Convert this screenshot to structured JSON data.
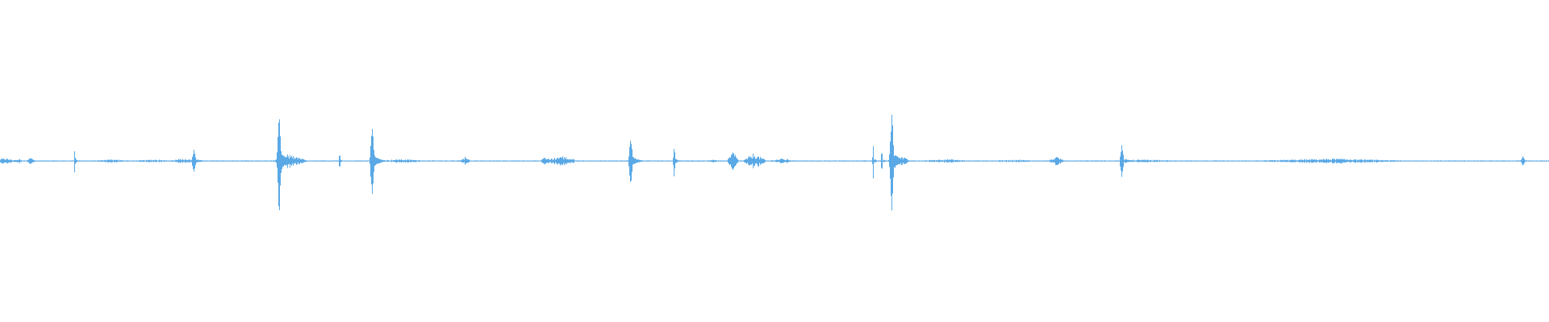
{
  "waveform": {
    "color": "#5aa9e6",
    "background": "#ffffff",
    "peak_level": 1.0,
    "baseline_noise": 0.012,
    "events": [
      {
        "t": 0.003,
        "amp": 0.06,
        "width": 0.01,
        "kind": "burst"
      },
      {
        "t": 0.0125,
        "amp": 0.05,
        "width": 0.004,
        "kind": "burst"
      },
      {
        "t": 0.0195,
        "amp": 0.08,
        "width": 0.003,
        "kind": "burst"
      },
      {
        "t": 0.048,
        "amp": 0.24,
        "width": 0.0006,
        "kind": "spike"
      },
      {
        "t": 0.071,
        "amp": 0.03,
        "width": 0.02,
        "kind": "burst"
      },
      {
        "t": 0.1,
        "amp": 0.03,
        "width": 0.02,
        "kind": "burst"
      },
      {
        "t": 0.125,
        "amp": 0.2,
        "width": 0.0018,
        "kind": "spike"
      },
      {
        "t": 0.118,
        "amp": 0.05,
        "width": 0.01,
        "kind": "burst"
      },
      {
        "t": 0.18,
        "amp": 1.0,
        "width": 0.0016,
        "kind": "spike"
      },
      {
        "t": 0.187,
        "amp": 0.14,
        "width": 0.012,
        "kind": "burst"
      },
      {
        "t": 0.219,
        "amp": 0.18,
        "width": 0.0006,
        "kind": "spike"
      },
      {
        "t": 0.24,
        "amp": 0.7,
        "width": 0.0016,
        "kind": "spike"
      },
      {
        "t": 0.26,
        "amp": 0.04,
        "width": 0.02,
        "kind": "burst"
      },
      {
        "t": 0.3,
        "amp": 0.08,
        "width": 0.004,
        "kind": "burst"
      },
      {
        "t": 0.352,
        "amp": 0.09,
        "width": 0.004,
        "kind": "burst"
      },
      {
        "t": 0.362,
        "amp": 0.11,
        "width": 0.012,
        "kind": "burst"
      },
      {
        "t": 0.407,
        "amp": 0.48,
        "width": 0.0016,
        "kind": "spike"
      },
      {
        "t": 0.435,
        "amp": 0.32,
        "width": 0.0008,
        "kind": "spike"
      },
      {
        "t": 0.46,
        "amp": 0.04,
        "width": 0.004,
        "kind": "burst"
      },
      {
        "t": 0.473,
        "amp": 0.2,
        "width": 0.004,
        "kind": "burst"
      },
      {
        "t": 0.487,
        "amp": 0.16,
        "width": 0.008,
        "kind": "burst"
      },
      {
        "t": 0.505,
        "amp": 0.05,
        "width": 0.01,
        "kind": "burst"
      },
      {
        "t": 0.5635,
        "amp": 0.36,
        "width": 0.0006,
        "kind": "spike"
      },
      {
        "t": 0.569,
        "amp": 0.22,
        "width": 0.0008,
        "kind": "spike"
      },
      {
        "t": 0.5755,
        "amp": 0.9,
        "width": 0.0018,
        "kind": "spike"
      },
      {
        "t": 0.58,
        "amp": 0.12,
        "width": 0.008,
        "kind": "burst"
      },
      {
        "t": 0.61,
        "amp": 0.04,
        "width": 0.02,
        "kind": "burst"
      },
      {
        "t": 0.655,
        "amp": 0.03,
        "width": 0.02,
        "kind": "burst"
      },
      {
        "t": 0.682,
        "amp": 0.09,
        "width": 0.006,
        "kind": "burst"
      },
      {
        "t": 0.724,
        "amp": 0.3,
        "width": 0.0016,
        "kind": "spike"
      },
      {
        "t": 0.74,
        "amp": 0.03,
        "width": 0.03,
        "kind": "burst"
      },
      {
        "t": 0.86,
        "amp": 0.05,
        "width": 0.06,
        "kind": "burst"
      },
      {
        "t": 0.983,
        "amp": 0.1,
        "width": 0.0016,
        "kind": "spike"
      }
    ]
  }
}
